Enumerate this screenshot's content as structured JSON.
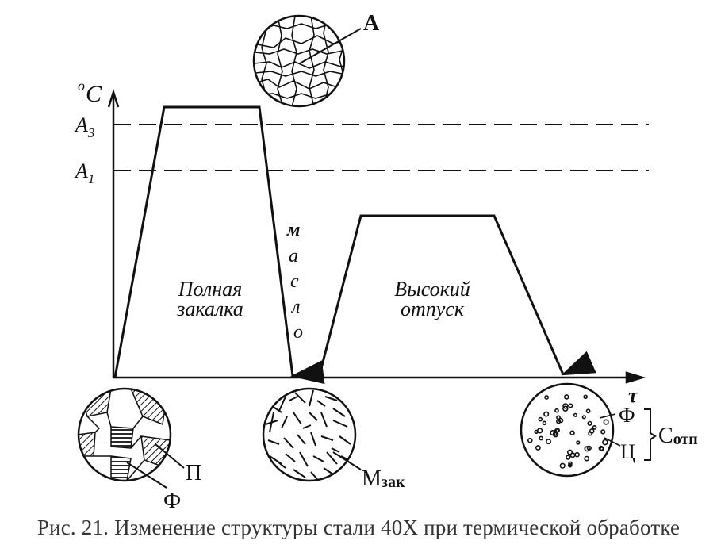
{
  "axis": {
    "y_unit": "oC",
    "x_unit": "τ",
    "a3_label": "A3",
    "a1_label": "A1"
  },
  "phases": {
    "quench_line1": "Полная",
    "quench_line2": "закалка",
    "cooling_medium": [
      "м",
      "а",
      "с",
      "л",
      "о"
    ],
    "temper_line1": "Высокий",
    "temper_line2": "отпуск"
  },
  "structures": {
    "austenite": "А",
    "pearlite": "П",
    "ferrite": "Ф",
    "martensite": "Мзак",
    "ferrite_tempered": "Ф",
    "cementite": "Ц",
    "sorbite": "Сотп"
  },
  "caption": "Рис. 21. Изменение структуры стали 40Х при термической обработке"
}
